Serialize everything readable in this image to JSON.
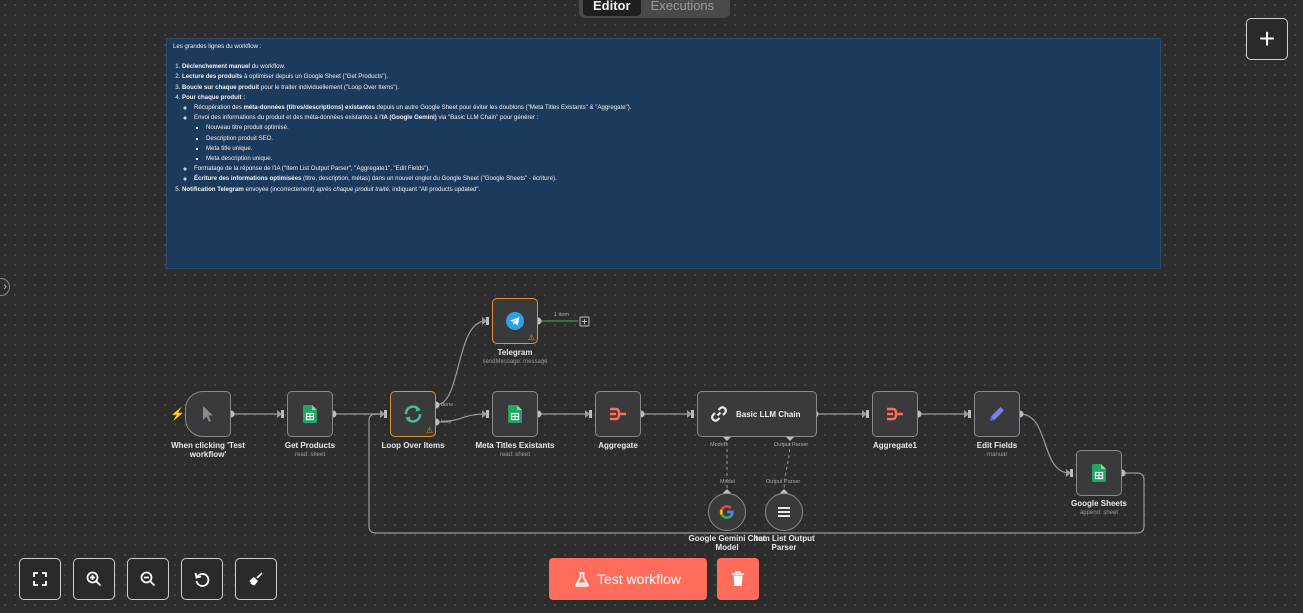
{
  "tabs": {
    "editor": "Editor",
    "executions": "Executions"
  },
  "sticky": {
    "intro": "Les grandes lignes du workflow :",
    "s1b": "Déclenchement manuel",
    "s1": " du workflow.",
    "s2b": "Lecture des produits",
    "s2": " à optimiser depuis un Google Sheet (\"Get Products\").",
    "s3b": "Boucle sur chaque produit",
    "s3": " pour le traiter individuellement (\"Loop Over Items\").",
    "s4b": "Pour chaque produit :",
    "s4a1": "Récupération des ",
    "s4a2": "méta-données (titres/descriptions) existantes",
    "s4a3": " depuis un autre Google Sheet pour éviter les doublons (\"Meta Titles Existants\" & \"Aggregate\").",
    "s4b1": "Envoi des informations du produit et des méta-données existantes à l'",
    "s4b2": "IA (Google Gemini)",
    "s4b3": " via \"Basic LLM Chain\" pour générer :",
    "g1": "Nouveau titre produit optimisé.",
    "g2": "Description produit SEO.",
    "g3": "Meta title unique.",
    "g4": "Meta description unique.",
    "s4c": "Formatage de la réponse de l'IA (\"Item List Output Parser\", \"Aggregate1\", \"Edit Fields\").",
    "s4d1": "Écriture des informations optimisées",
    "s4d2": " (titre, description, métas) dans un nouvel onglet du Google Sheet (\"Google Sheets\" - écriture).",
    "s5b": "Notification Telegram",
    "s5": " envoyée (incorrectement) ",
    "s5i": "après chaque produit traité",
    "s5e": ", indiquant \"All products updated\"."
  },
  "nodes": {
    "trigger": {
      "label": "When clicking 'Test workflow'"
    },
    "get_products": {
      "label": "Get Products",
      "sub": "read: sheet"
    },
    "loop": {
      "label": "Loop Over Items",
      "out_done": "done",
      "out_loop": "loop"
    },
    "telegram": {
      "label": "Telegram",
      "sub": "sendMessage: message",
      "items": "1 item"
    },
    "meta_titles": {
      "label": "Meta Titles Existants",
      "sub": "read: sheet"
    },
    "aggregate": {
      "label": "Aggregate"
    },
    "llm": {
      "label": "Basic LLM Chain",
      "port_model": "Model*",
      "port_parser": "Output Parser"
    },
    "aggregate1": {
      "label": "Aggregate1"
    },
    "edit_fields": {
      "label": "Edit Fields",
      "sub": "manual"
    },
    "google_sheets": {
      "label": "Google Sheets",
      "sub": "append: sheet"
    },
    "gemini": {
      "label": "Google Gemini Chat Model",
      "port": "Model"
    },
    "parser": {
      "label": "Item List Output Parser",
      "port": "Output Parser"
    }
  },
  "footer": {
    "test_button": "Test workflow"
  },
  "colors": {
    "accent": "#ff6d5a",
    "sticky": "#1c3a5c",
    "selected": "#e0913a"
  }
}
